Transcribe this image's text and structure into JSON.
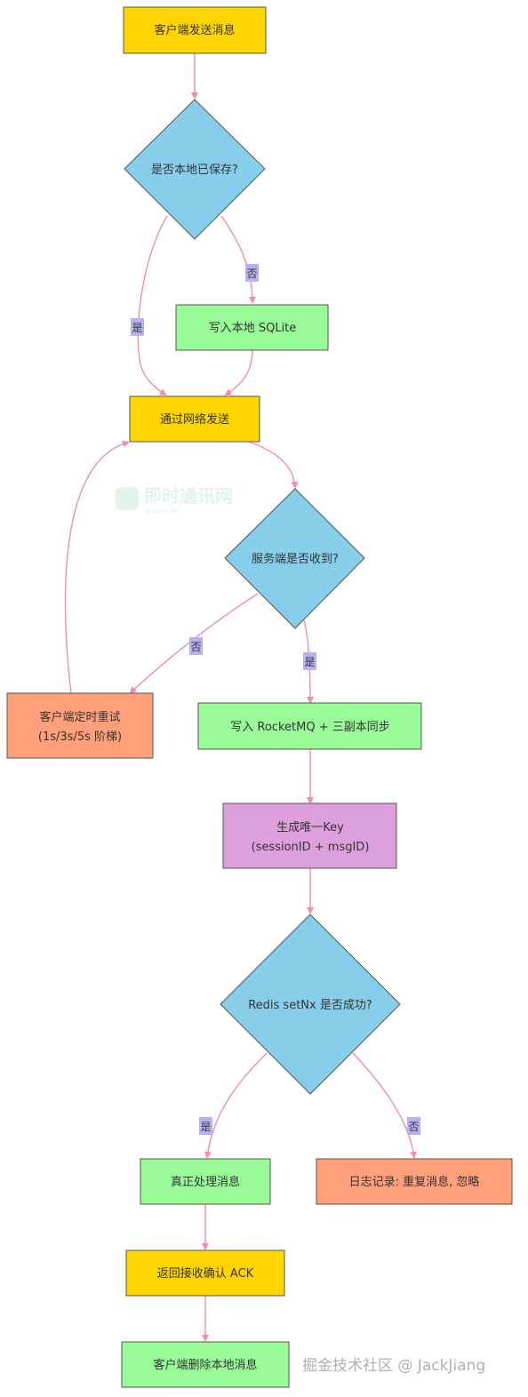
{
  "nodes": {
    "client_send": "客户端发送消息",
    "check_local_saved": "是否本地已保存?",
    "write_sqlite": "写入本地 SQLite",
    "network_send": "通过网络发送",
    "server_received": "服务端是否收到?",
    "client_retry": [
      "客户端定时重试",
      "(1s/3s/5s 阶梯)"
    ],
    "write_rocketmq": "写入 RocketMQ + 三副本同步",
    "gen_key": [
      "生成唯一Key",
      "(sessionID + msgID)"
    ],
    "redis_setnx": "Redis setNx 是否成功?",
    "process_message": "真正处理消息",
    "log_duplicate": "日志记录: 重复消息, 忽略",
    "return_ack": "返回接收确认 ACK",
    "client_delete": "客户端删除本地消息"
  },
  "edge_labels": {
    "saved_no": "否",
    "saved_yes": "是",
    "server_no": "否",
    "server_yes": "是",
    "redis_yes": "是",
    "redis_no": "否"
  },
  "colors": {
    "yellow": "#fed500",
    "blue": "#87ceeb",
    "green": "#98fb98",
    "orange": "#ffa07a",
    "purple": "#dda0dd",
    "edge": "#f08cb3",
    "label_bg": "#b9b0f2"
  },
  "watermark": {
    "title": "即时通讯网",
    "subtitle": "52im.net"
  },
  "credit": "掘金技术社区 @ JackJiang"
}
